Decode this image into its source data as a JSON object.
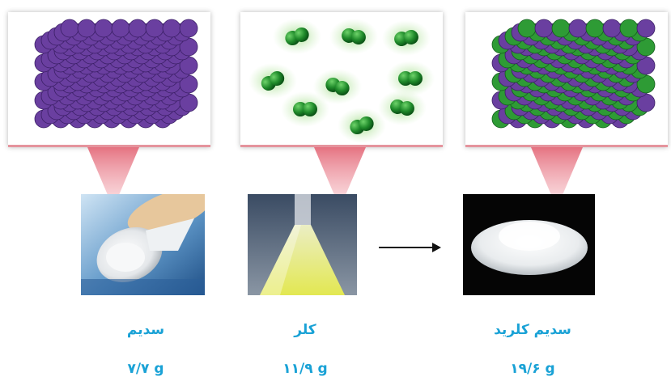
{
  "items": [
    {
      "name": "سدیم",
      "mass": "۷/۷ g"
    },
    {
      "name": "کلر",
      "mass": "۱۱/۹ g"
    },
    {
      "name": "سدیم کلرید",
      "mass": "۱۹/۶ g"
    }
  ],
  "colors": {
    "sodium": "#6a3fa0",
    "chlorine": "#2e9b35",
    "label": "#1aa2d6",
    "beam": "#e8727f"
  },
  "icons": [
    "sodium-lattice-icon",
    "chlorine-molecules-icon",
    "sodium-chloride-lattice-icon",
    "reaction-arrow-icon"
  ]
}
